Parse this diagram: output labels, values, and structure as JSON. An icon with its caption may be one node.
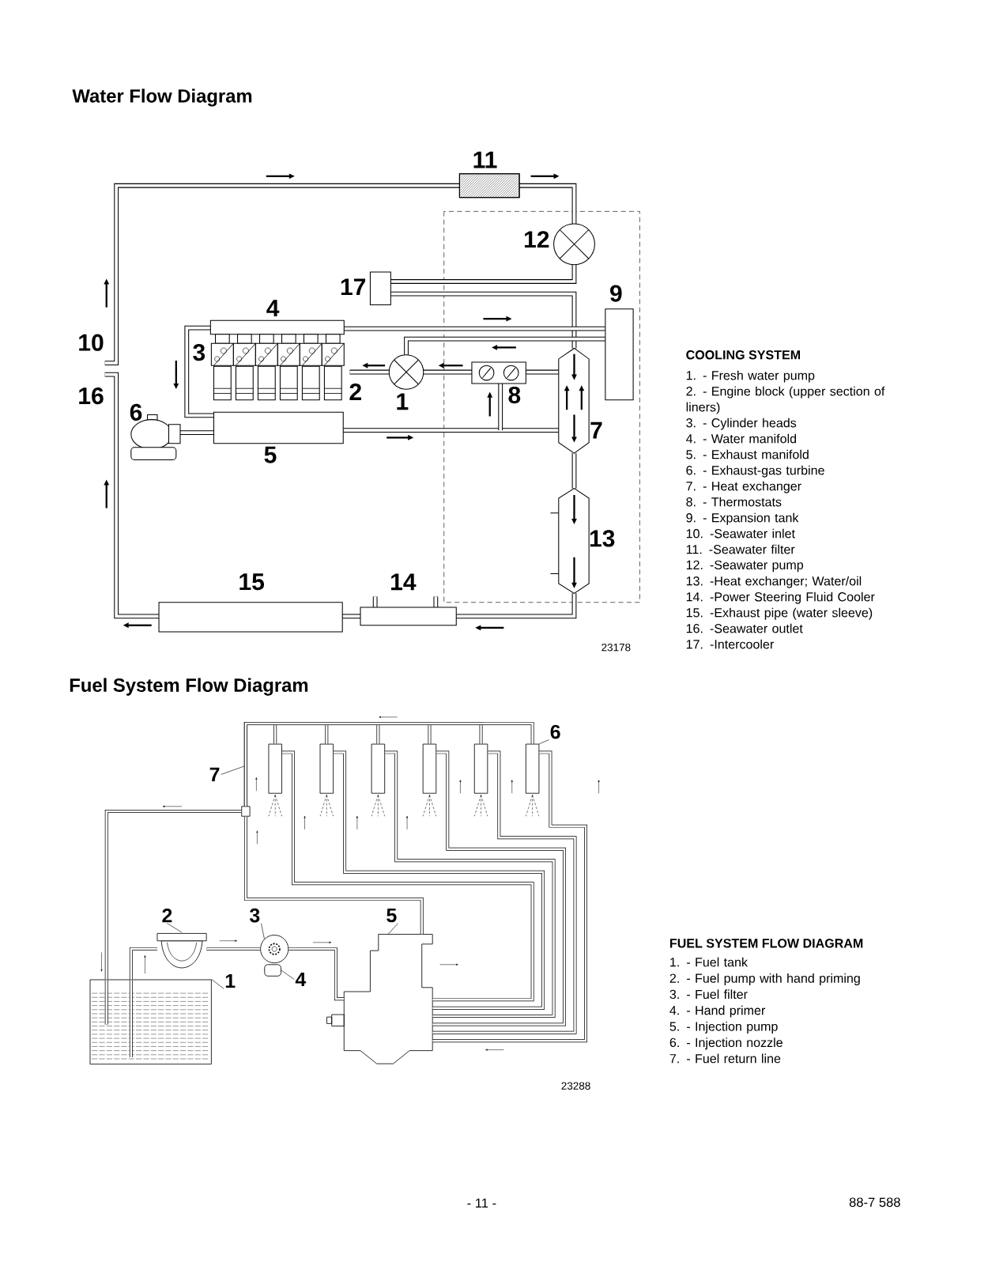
{
  "diagram": {
    "title": "Water Flow Diagram",
    "nodes": [
      {
        "text": [
          "6"
        ]
      },
      {
        "text": [
          "7"
        ]
      },
      {
        "text": [
          "2"
        ]
      },
      {
        "text": [
          "3"
        ]
      },
      {
        "text": [
          "5"
        ]
      },
      {
        "text": [
          "1"
        ]
      },
      {
        "text": [
          "4"
        ]
      },
      {
        "text": [],
        "shape": "tank"
      },
      {
        "text": [],
        "shape": "pump"
      },
      {
        "text": [],
        "shape": "circle"
      },
      {
        "text": [],
        "shape": "box"
      },
      {
        "text": [],
        "shape": "pump"
      },
      {
        "text": [],
        "shape": "nozzle"
      },
      {
        "text": [],
        "shape": "nozzle"
      },
      {
        "text": [],
        "shape": "nozzle"
      },
      {
        "text": [],
        "shape": "nozzle"
      },
      {
        "text": [],
        "shape": "nozzle"
      },
      {
        "text": [],
        "shape": "nozzle"
      },
      {
        "text": [],
        "shape": "box"
      }
    ],
    "edges": [
      {
        "from": 7,
        "to": 8,
        "arrow": "none"
      },
      {
        "from": 8,
        "to": 9,
        "arrow": "none"
      },
      {
        "from": 9,
        "to": 11,
        "arrow": "none"
      },
      {
        "from": 11,
        "to": 12,
        "arrow": "none"
      },
      {
        "from": 11,
        "to": 13,
        "arrow": "none"
      },
      {
        "from": 11,
        "to": 14,
        "arrow": "none"
      },
      {
        "from": 11,
        "to": 15,
        "arrow": "none"
      },
      {
        "from": 11,
        "to": 16,
        "arrow": "none"
      },
      {
        "from": 11,
        "to": 17,
        "arrow": "none"
      },
      {
        "from": 12,
        "to": 18,
        "arrow": "none"
      },
      {
        "from": 13,
        "to": 18,
        "arrow": "none"
      },
      {
        "from": 14,
        "to": 18,
        "arrow": "none"
      },
      {
        "from": 15,
        "to": 18,
        "arrow": "none"
      },
      {
        "from": 16,
        "to": 18,
        "arrow": "none"
      },
      {
        "from": 17,
        "to": 18,
        "arrow": "none"
      },
      {
        "from": 11,
        "to": 18,
        "arrow": "none"
      },
      {
        "from": 18,
        "to": 7,
        "arrow": "none"
      },
      {
        "from": 0,
        "to": 17,
        "arrow": "none"
      },
      {
        "from": 1,
        "to": null,
        "arrow": "none"
      },
      {
        "from": 2,
        "to": 8,
        "arrow": "none"
      },
      {
        "from": 3,
        "to": 9,
        "arrow": "none"
      },
      {
        "from": 4,
        "to": 11,
        "arrow": "none"
      },
      {
        "from": 5,
        "to": 7,
        "arrow": "none"
      },
      {
        "from": 6,
        "to": 10,
        "arrow": "none"
      }
    ],
    "labels": [
      "11",
      "12",
      "17",
      "9",
      "4",
      "10",
      "3",
      "16",
      "2",
      "1",
      "8",
      "7",
      "6",
      "5",
      "13",
      "15",
      "14",
      "23178",
      "COOLING SYSTEM",
      "1. - Fresh water pump",
      "2. - Engine block (upper section of liners)",
      "3. - Cylinder heads",
      "4. - Water manifold",
      "5. - Exhaust manifold",
      "6. - Exhaust-gas turbine",
      "7. - Heat exchanger",
      "8. - Thermostats",
      "9. - Expansion tank",
      "10. -Seawater inlet",
      "11. -Seawater filter",
      "12. -Seawater pump",
      "13. -Heat exchanger; Water/oil",
      "14. -Power Steering Fluid Cooler",
      "15. -Exhaust pipe (water sleeve)",
      "16. -Seawater outlet",
      "17. -Intercooler",
      "Fuel System Flow Diagram",
      "23288",
      "FUEL SYSTEM FLOW DIAGRAM",
      "1. - Fuel tank",
      "2. - Fuel pump with hand priming",
      "3. - Fuel filter",
      "4. - Hand primer",
      "5. - Injection pump",
      "6. - Injection nozzle",
      "7. - Fuel return line",
      "- 11 -",
      "88-7 588"
    ]
  }
}
